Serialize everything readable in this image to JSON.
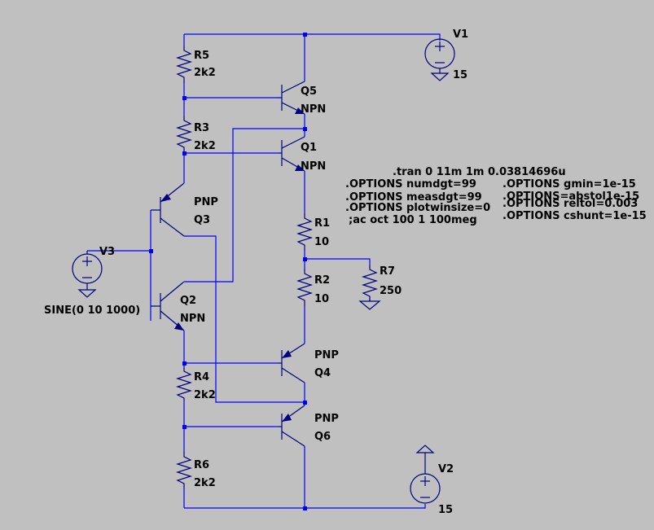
{
  "components": {
    "R5": {
      "name": "R5",
      "value": "2k2"
    },
    "R3": {
      "name": "R3",
      "value": "2k2"
    },
    "R1": {
      "name": "R1",
      "value": "10"
    },
    "R2": {
      "name": "R2",
      "value": "10"
    },
    "R7": {
      "name": "R7",
      "value": "250"
    },
    "R4": {
      "name": "R4",
      "value": "2k2"
    },
    "R6": {
      "name": "R6",
      "value": "2k2"
    },
    "Q5": {
      "name": "Q5",
      "type": "NPN"
    },
    "Q1": {
      "name": "Q1",
      "type": "NPN"
    },
    "Q3": {
      "name": "Q3",
      "type": "PNP"
    },
    "Q2": {
      "name": "Q2",
      "type": "NPN"
    },
    "Q4": {
      "name": "Q4",
      "type": "PNP"
    },
    "Q6": {
      "name": "Q6",
      "type": "PNP"
    },
    "V1": {
      "name": "V1",
      "value": "15"
    },
    "V2": {
      "name": "V2",
      "value": "15"
    },
    "V3": {
      "name": "V3",
      "value": "SINE(0 10 1000)"
    }
  },
  "directives": {
    "tran": ".tran 0 11m 1m 0.03814696u",
    "numdgt": ".OPTIONS numdgt=99",
    "measdgt": ".OPTIONS measdgt=99",
    "plotwinsize": ".OPTIONS plotwinsize=0",
    "ac": ";ac oct 100 1 100meg",
    "gmin": ".OPTIONS gmin=1e-15",
    "abstol": ".OPTIONS=abstol1e-15",
    "reltol": ".OPTIONS reltol=0.003",
    "cshunt": ".OPTIONS cshunt=1e-15"
  },
  "colors": {
    "background": "#c0c0c0",
    "wire": "#0000ff",
    "symbol": "#000080",
    "text": "#000000"
  }
}
